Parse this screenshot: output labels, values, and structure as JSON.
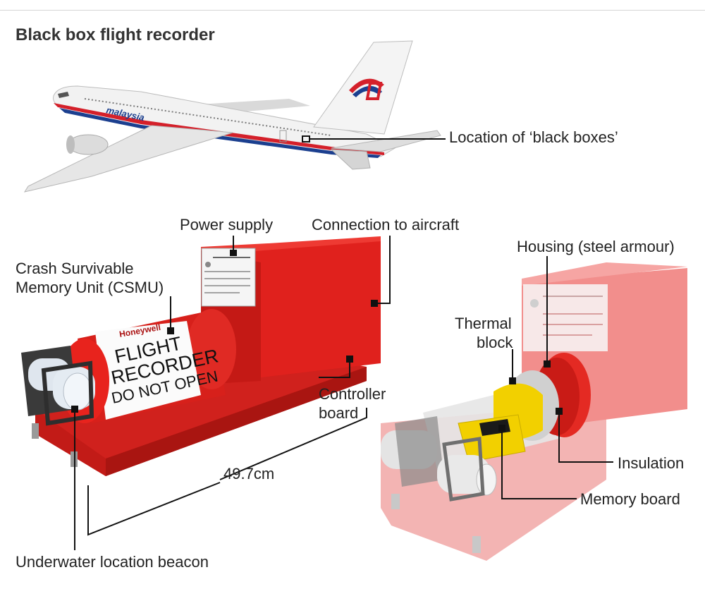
{
  "title": "Black box flight recorder",
  "aircraft": {
    "livery_text": "malaysia",
    "colors": {
      "red": "#d4202a",
      "blue": "#1b3f8f",
      "fuselage": "#f2f2f2"
    }
  },
  "labels": {
    "location": "Location of ‘black boxes’",
    "power_supply": "Power supply",
    "connection": "Connection to aircraft",
    "csmu_line1": "Crash Survivable",
    "csmu_line2": "Memory Unit (CSMU)",
    "controller_line1": "Controller",
    "controller_line2": "board",
    "length": "49.7cm",
    "beacon": "Underwater location beacon",
    "housing": "Housing (steel armour)",
    "thermal_line1": "Thermal",
    "thermal_line2": "block",
    "insulation": "Insulation",
    "memory_board": "Memory board"
  },
  "recorder": {
    "brand": "Honeywell",
    "line1": "FLIGHT",
    "line2": "RECORDER",
    "line3": "DO NOT OPEN",
    "colors": {
      "body": "#e0211d",
      "body_dark": "#b01512",
      "thermal": "#f2d000",
      "insulation": "#c8c8c8"
    }
  }
}
